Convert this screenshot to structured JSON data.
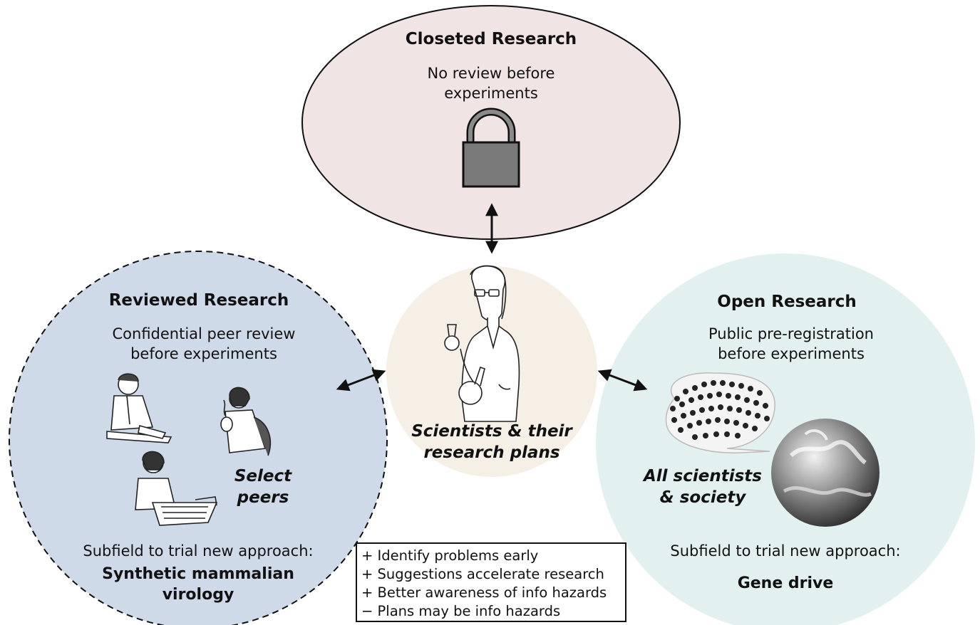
{
  "closeted": {
    "title": "Closeted Research",
    "line1": "No review before",
    "line2": "experiments"
  },
  "center": {
    "line1": "Scientists & their",
    "line2": "research plans"
  },
  "reviewed": {
    "title": "Reviewed Research",
    "line1": "Confidential peer review",
    "line2": "before experiments",
    "audience_line1": "Select",
    "audience_line2": "peers",
    "subfield_label": "Subfield to trial new approach:",
    "subfield_line1": "Synthetic mammalian",
    "subfield_line2": "virology"
  },
  "open": {
    "title": "Open Research",
    "line1": "Public pre-registration",
    "line2": "before experiments",
    "audience_line1": "All scientists",
    "audience_line2": "& society",
    "subfield_label": "Subfield to trial new approach:",
    "subfield_value": "Gene drive"
  },
  "pros_cons": [
    "+ Identify problems early",
    "+ Suggestions accelerate research",
    "+ Better awareness of info hazards",
    "− Plans may be info hazards"
  ],
  "colors": {
    "closeted_fill": "#f0e4e4",
    "reviewed_fill": "#cfdae8",
    "open_fill": "#e2f1f0",
    "center_fill": "#f6efe6"
  },
  "icons": [
    "padlock-icon",
    "scientist-illustration",
    "office-workers-illustration",
    "crowd-speech-bubble-illustration",
    "earth-globe-illustration"
  ]
}
